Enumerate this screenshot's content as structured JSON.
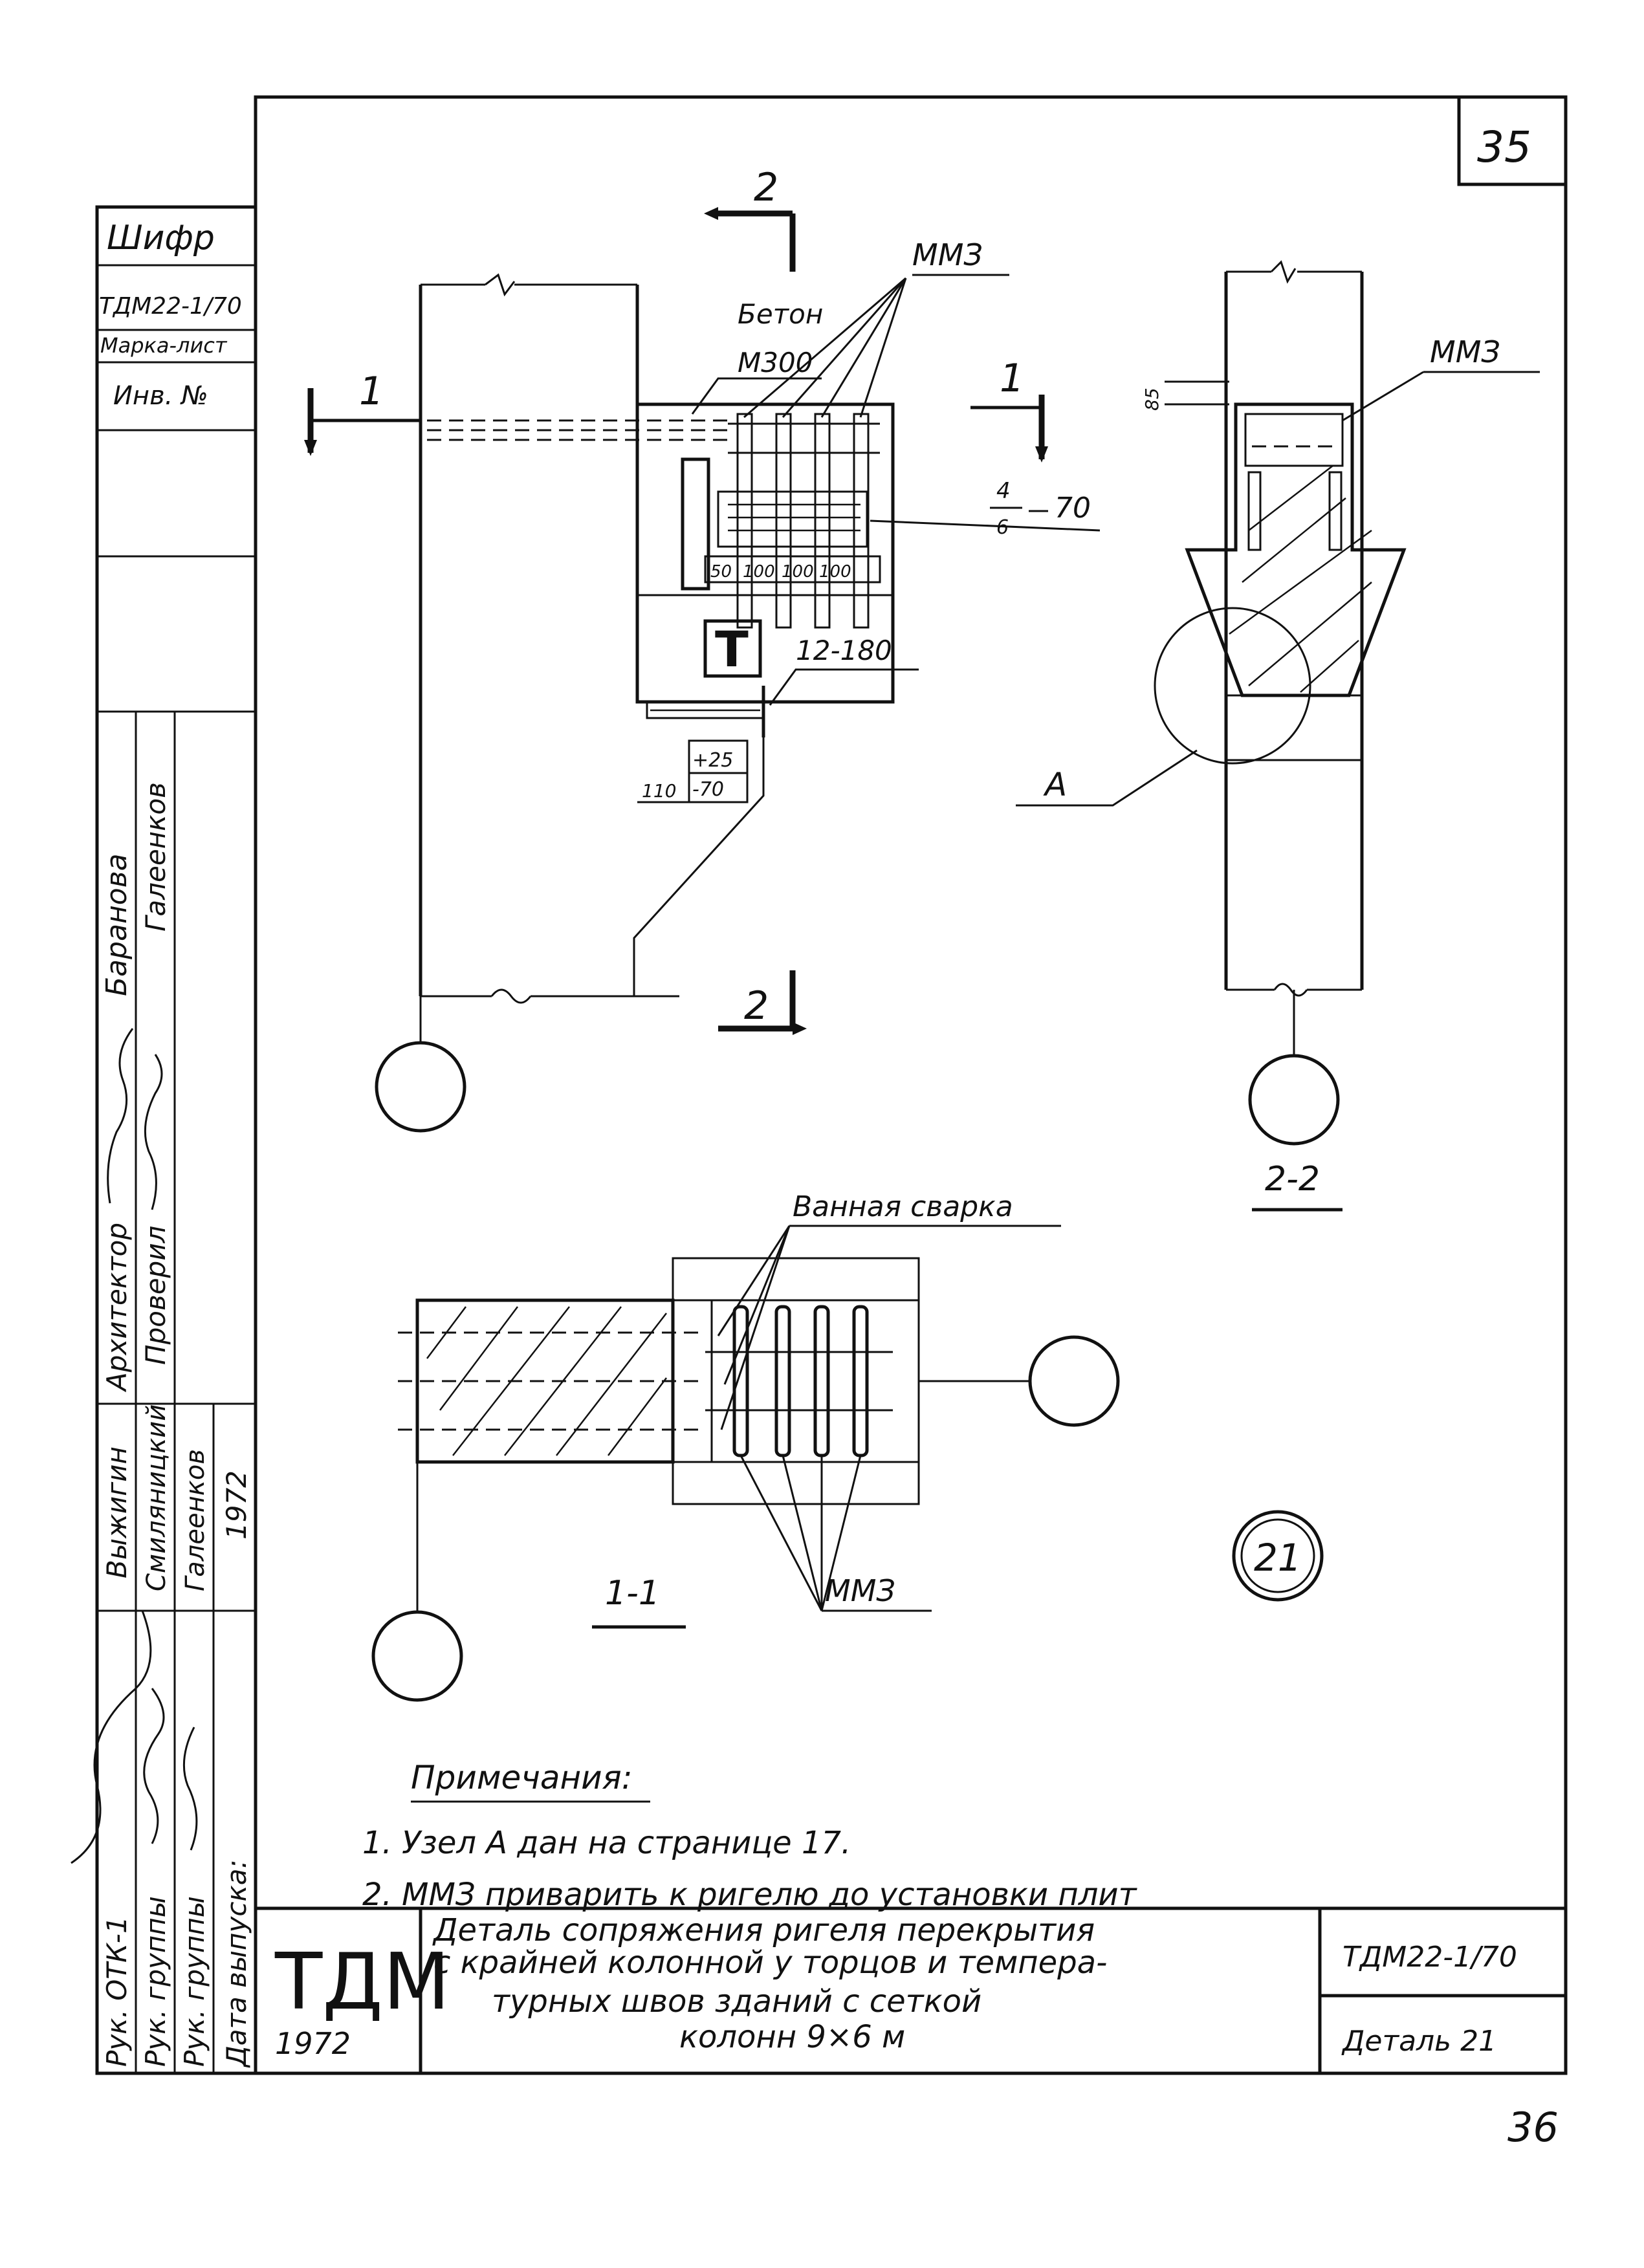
{
  "sheet": {
    "page_number_top": "35",
    "page_number_bottom": "36",
    "detail_number": "21"
  },
  "side_stamp": {
    "cipher_label": "Шифр",
    "cipher_value": "ТДМ22-1/70",
    "mark_sheet_label": "Марка-лист",
    "inv_label": "Инв. №",
    "roles": [
      "Рук. ОТК-1",
      "Рук. группы",
      "Рук. группы",
      "Дата выпуска:"
    ],
    "names_row1": [
      "Выжигин",
      "Смиляницкий",
      "Галеенков",
      "1972"
    ],
    "roles2": [
      "Архитектор",
      "Проверил"
    ],
    "names_row2": [
      "Баранова",
      "Галеенков"
    ]
  },
  "views": {
    "section_mark_1": "1",
    "section_mark_2": "2",
    "view_2_2_title": "2-2",
    "view_1_1_title": "1-1",
    "label_mmz": "ММЗ",
    "label_concrete": "Бетон",
    "label_concrete_grade": "М300",
    "label_rebar_top": "4",
    "label_rebar_bottom": "6",
    "label_rebar_spacing": "70",
    "label_plate": "12-180",
    "label_elev_top": "+25",
    "label_elev_bottom": "-70",
    "label_dim_110": "110",
    "label_dims_row": [
      "50",
      "100",
      "100",
      "100"
    ],
    "label_85": "85",
    "label_node_a": "А",
    "label_bath_welding": "Ванная сварка",
    "label_t_symbol": "Т"
  },
  "notes": {
    "title": "Примечания:",
    "items": [
      "1. Узел А дан на странице 17.",
      "2. ММЗ приварить к ригелю до установки плит"
    ]
  },
  "title_block": {
    "org": "ТДМ",
    "year": "1972",
    "title_lines": [
      "Деталь сопряжения ригеля перекрытия",
      "с крайней колонной у торцов и темпера-",
      "турных швов зданий с сеткой",
      "колонн 9×6 м"
    ],
    "code": "ТДМ22-1/70",
    "detail": "Деталь 21"
  }
}
